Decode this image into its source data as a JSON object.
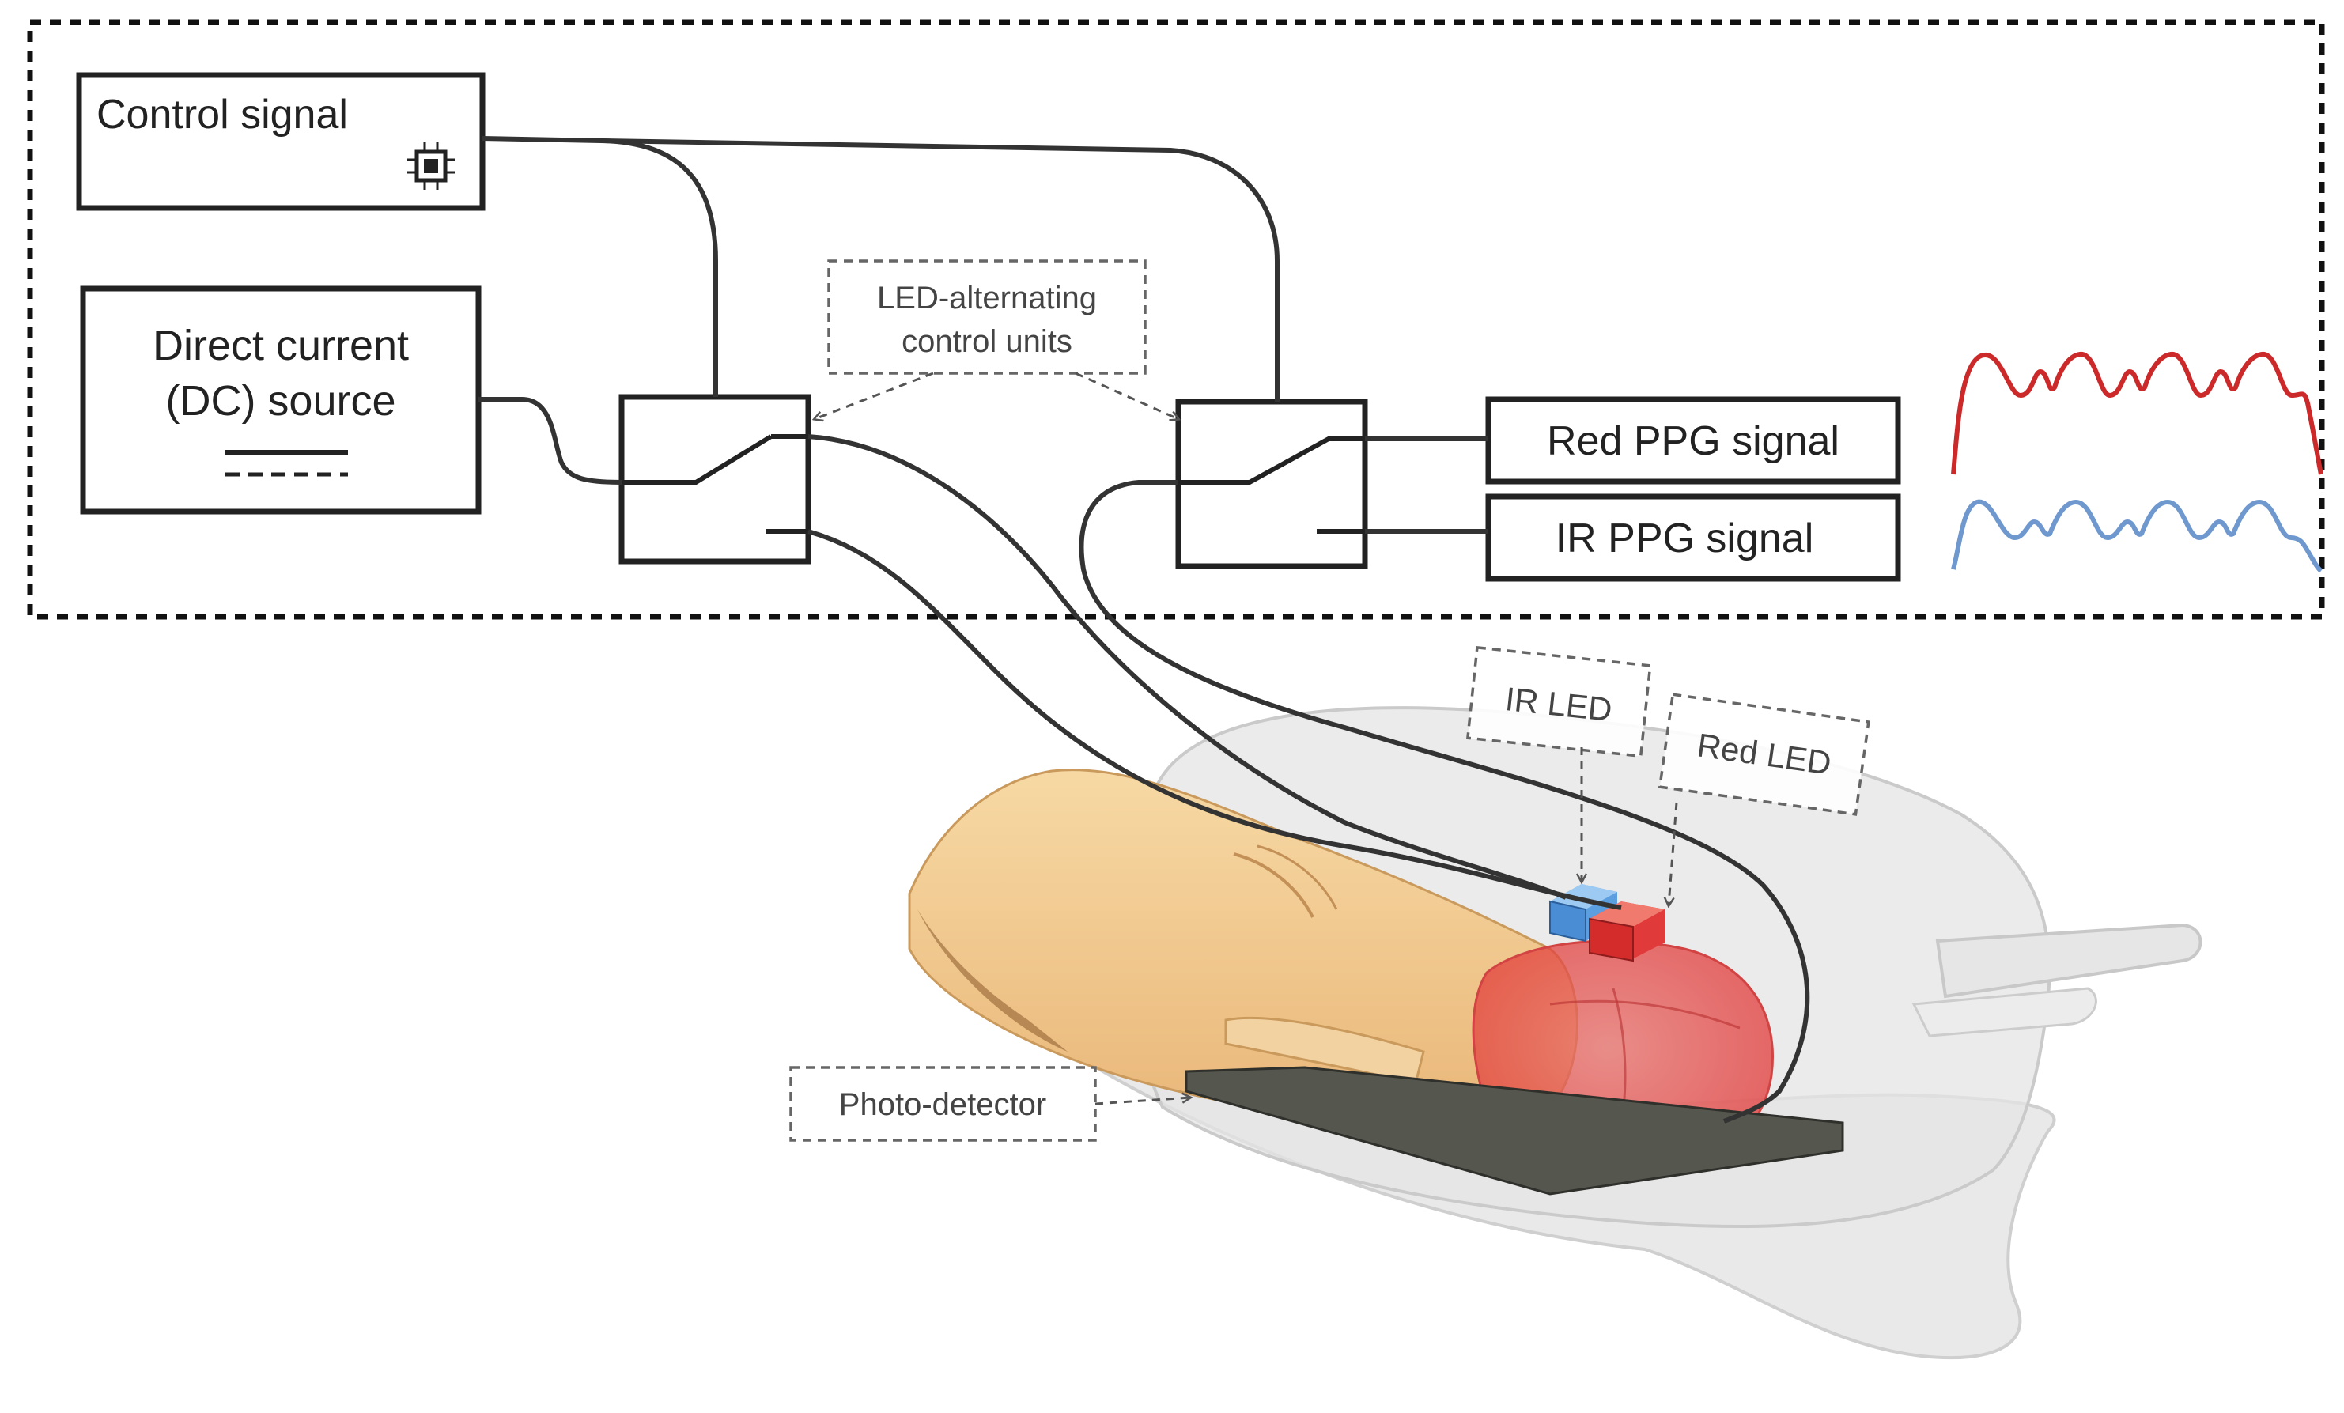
{
  "boxes": {
    "control_signal": "Control signal",
    "dc_source_line1": "Direct current",
    "dc_source_line2": "(DC) source",
    "red_ppg": "Red PPG signal",
    "ir_ppg": "IR PPG signal"
  },
  "callouts": {
    "led_units_line1": "LED-alternating",
    "led_units_line2": "control units",
    "ir_led": "IR LED",
    "red_led": "Red LED",
    "photo_detector": "Photo-detector"
  },
  "colors": {
    "red_signal": "#cc2a2a",
    "ir_signal": "#6f98cf",
    "ir_led": "#5b9fe0",
    "red_led": "#e03a3a",
    "wire": "#333333",
    "finger_skin": "#f0c98f",
    "clip": "#e6e6e6"
  },
  "icons": {
    "chip": "chip-icon",
    "dc": "dc-symbol-icon"
  }
}
